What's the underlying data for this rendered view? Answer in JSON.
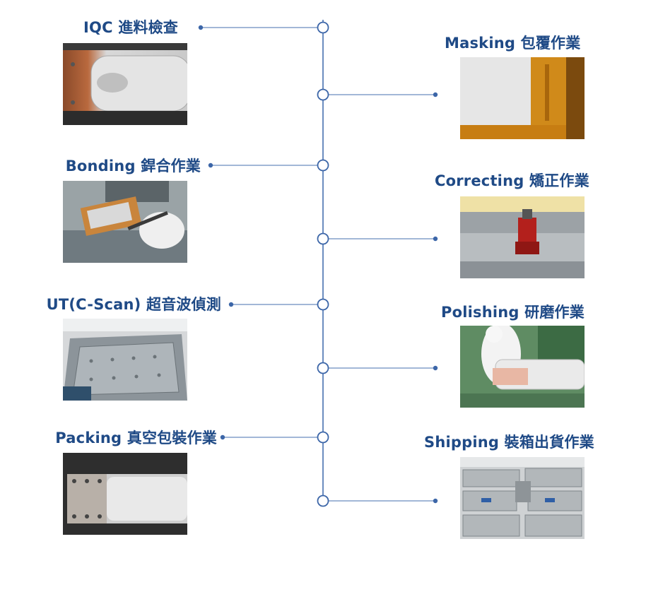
{
  "colors": {
    "accent": "#1f4a86",
    "line": "#6b8cbf",
    "node_fill": "#ffffff"
  },
  "steps": {
    "left": [
      {
        "label": "IQC 進料檢查"
      },
      {
        "label": "Bonding 銲合作業"
      },
      {
        "label": "UT(C-Scan) 超音波偵測"
      },
      {
        "label": "Packing 真空包裝作業"
      }
    ],
    "right": [
      {
        "label": "Masking 包覆作業"
      },
      {
        "label": "Correcting 矯正作業"
      },
      {
        "label": "Polishing 研磨作業"
      },
      {
        "label": "Shipping 裝箱出貨作業"
      }
    ]
  }
}
